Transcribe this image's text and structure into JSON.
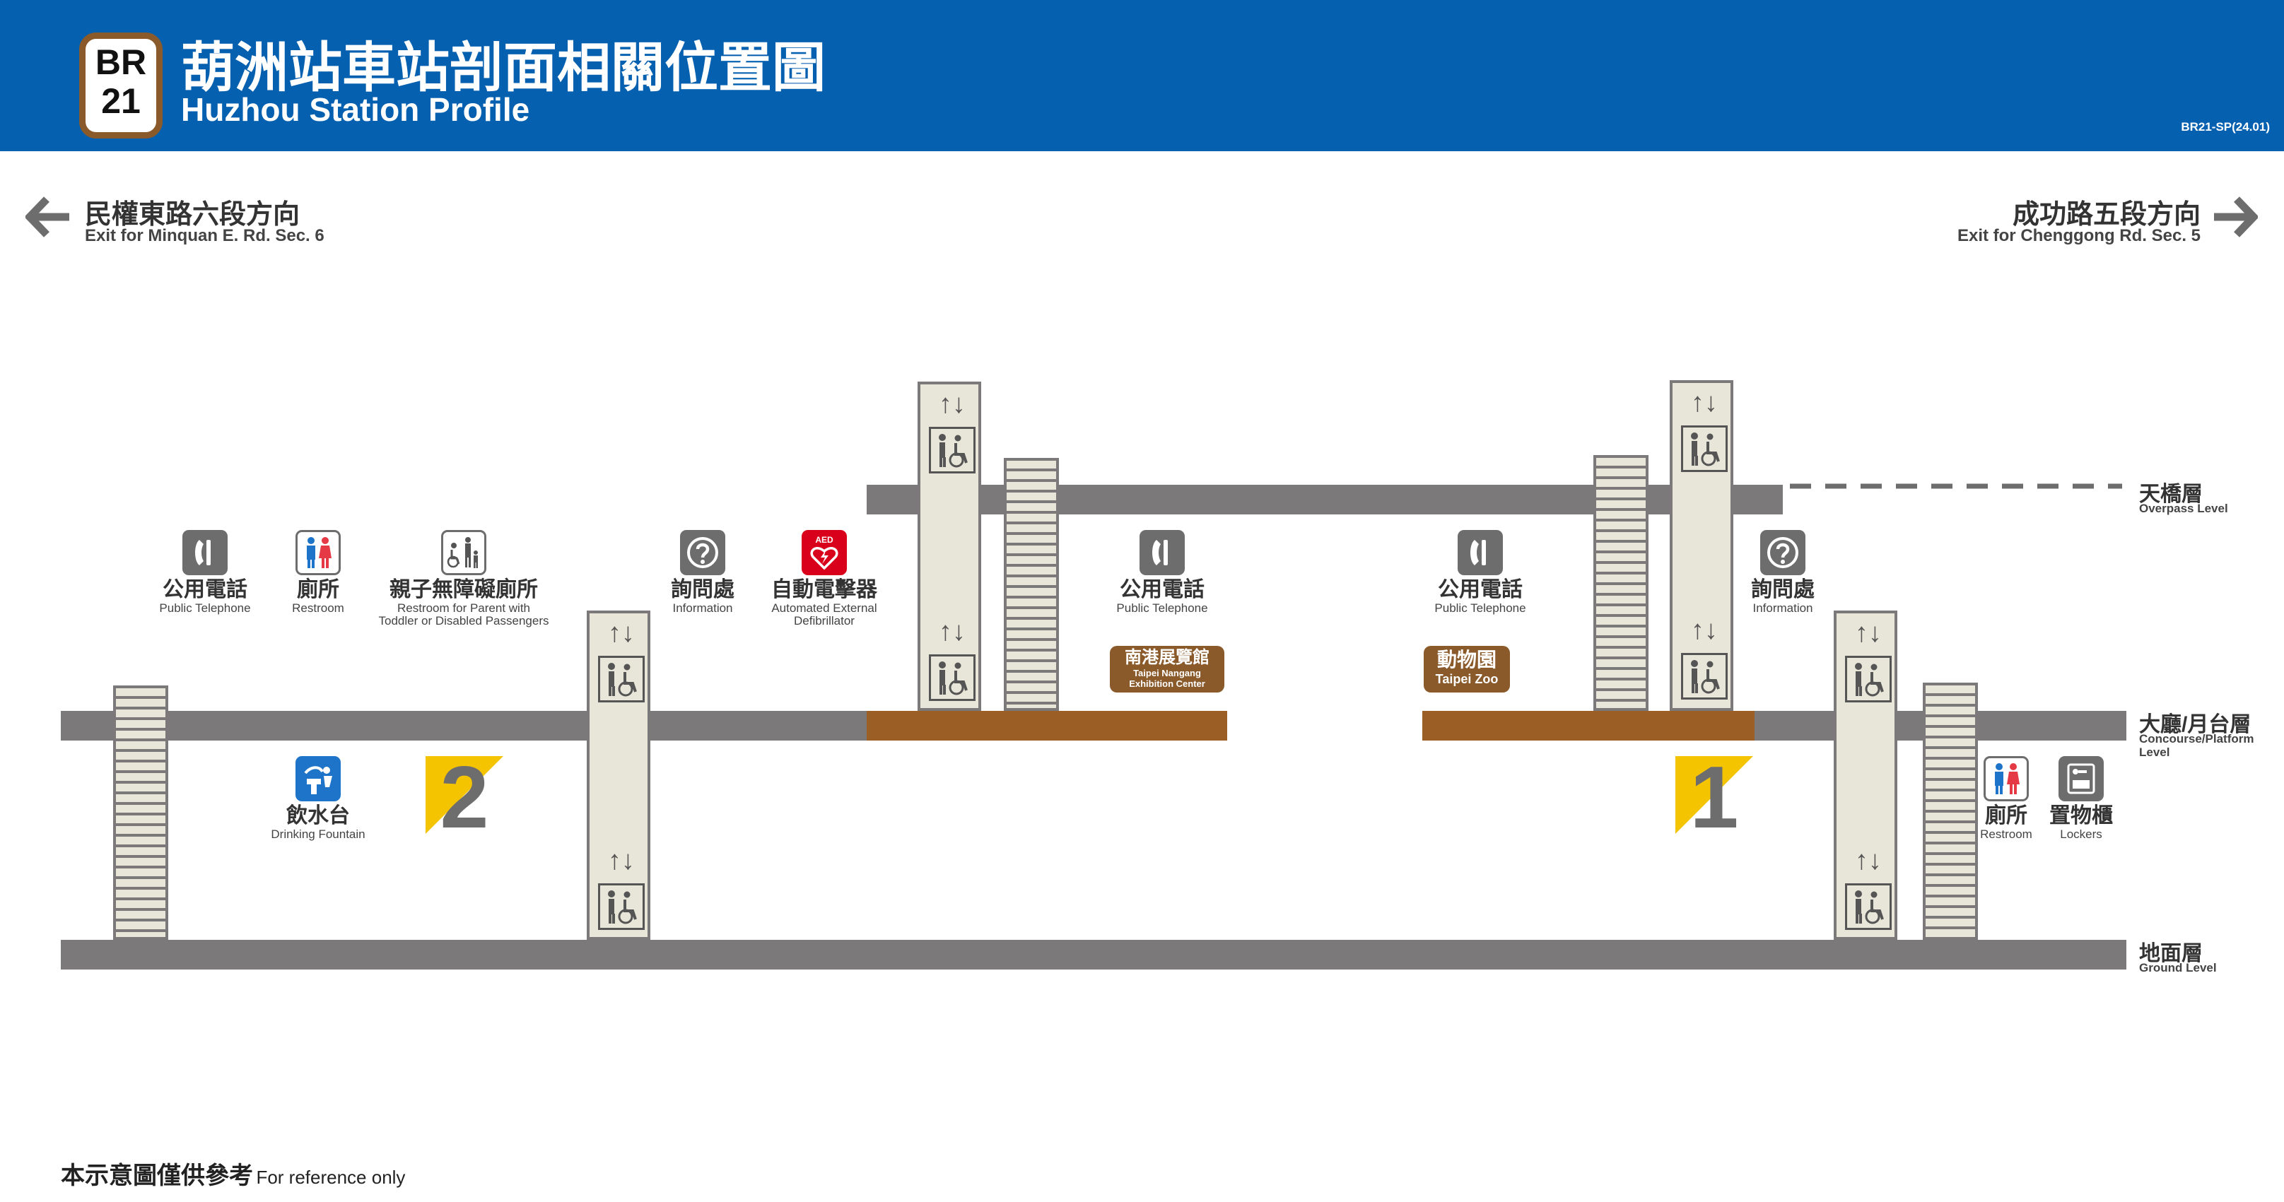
{
  "header": {
    "line_code": "BR",
    "station_number": "21",
    "title_zh": "葫洲站車站剖面相關位置圖",
    "title_en": "Huzhou Station Profile",
    "doc_code": "BR21-SP(24.01)"
  },
  "directions": {
    "left": {
      "zh": "民權東路六段方向",
      "en": "Exit for Minquan E. Rd. Sec. 6"
    },
    "right": {
      "zh": "成功路五段方向",
      "en": "Exit for Chenggong Rd. Sec. 5"
    }
  },
  "levels": {
    "overpass": {
      "zh": "天橋層",
      "en": "Overpass Level"
    },
    "concourse": {
      "zh": "大廳/月台層",
      "en1": "Concourse/Platform",
      "en2": "Level"
    },
    "ground": {
      "zh": "地面層",
      "en": "Ground Level"
    }
  },
  "facilities": {
    "phone_left": {
      "zh": "公用電話",
      "en": "Public Telephone"
    },
    "restroom_left": {
      "zh": "廁所",
      "en": "Restroom"
    },
    "family_restroom": {
      "zh": "親子無障礙廁所",
      "en1": "Restroom for Parent with",
      "en2": "Toddler or Disabled Passengers"
    },
    "info_left": {
      "zh": "詢問處",
      "en": "Information"
    },
    "aed": {
      "zh": "自動電擊器",
      "en1": "Automated External",
      "en2": "Defibrillator",
      "badge": "AED"
    },
    "phone_mid": {
      "zh": "公用電話",
      "en": "Public Telephone"
    },
    "phone_right": {
      "zh": "公用電話",
      "en": "Public Telephone"
    },
    "info_right": {
      "zh": "詢問處",
      "en": "Information"
    },
    "fountain": {
      "zh": "飲水台",
      "en": "Drinking Fountain"
    },
    "restroom_right": {
      "zh": "廁所",
      "en": "Restroom"
    },
    "lockers": {
      "zh": "置物櫃",
      "en": "Lockers"
    }
  },
  "platforms": {
    "nangang": {
      "zh": "南港展覽館",
      "en1": "Taipei Nangang",
      "en2": "Exhibition Center"
    },
    "zoo": {
      "zh": "動物園",
      "en": "Taipei Zoo"
    }
  },
  "exits": {
    "left": "2",
    "right": "1"
  },
  "elevator_arrows": "↑↓",
  "footer": {
    "zh": "本示意圖僅供參考",
    "en": "For reference only"
  },
  "colors": {
    "header_blue": "#0560b0",
    "brown_line": "#9b5e24",
    "level_gray": "#7b7979",
    "exit_yellow": "#f5c400"
  }
}
